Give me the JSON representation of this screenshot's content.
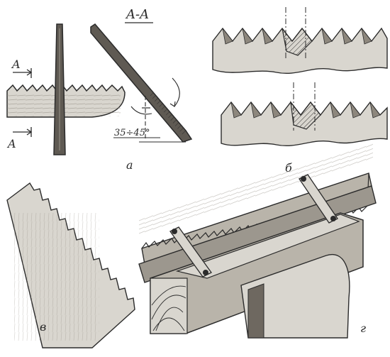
{
  "labels": {
    "section_title": "A-A",
    "section_mark_top": "A",
    "section_mark_bottom": "A",
    "angle_range": "35÷45°",
    "panel_a": "а",
    "panel_b": "б",
    "panel_v": "в",
    "panel_g": "г"
  },
  "colors": {
    "ink": "#2b2b2b",
    "wood_light": "#d9d6cf",
    "wood_mid": "#b9b4aa",
    "wood_dark": "#6e6860",
    "paper": "#ffffff"
  }
}
